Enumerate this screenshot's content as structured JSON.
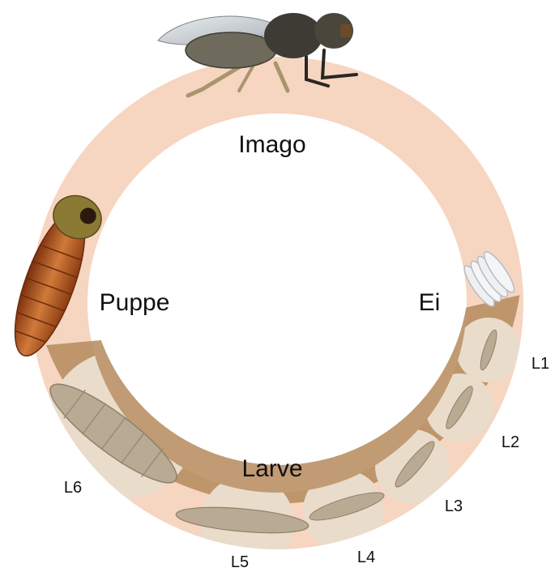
{
  "diagram": {
    "stages": {
      "imago": "Imago",
      "ei": "Ei",
      "puppe": "Puppe",
      "larve": "Larve"
    },
    "instars": [
      "L1",
      "L2",
      "L3",
      "L4",
      "L5",
      "L6"
    ]
  },
  "colors": {
    "ring_adult": "#f6d5c1",
    "ring_larval": "#b58a5c",
    "instar_disc": "#e9dccb",
    "larva_body": "#b9aa94",
    "pupa_body": "#b4591f",
    "fly_body": "#3e3b34"
  }
}
